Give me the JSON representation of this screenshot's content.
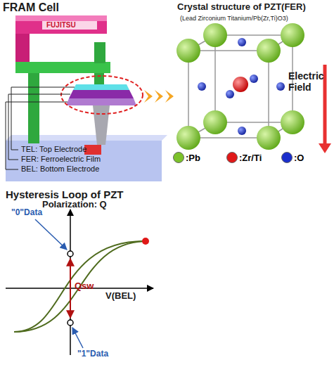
{
  "diagram": {
    "labels": [
      "FRAM Cell",
      "FUJITSU",
      "TEL: Top Electrode",
      "FER: Ferroelectric Film",
      "BEL: Bottom Electrode",
      "Crystal structure of PZT(FER)",
      "(Lead Zirconium Titanium/Pb(Zr,Ti)O3)",
      "Electric Field",
      "Hysteresis Loop of PZT",
      "Polarization: Q",
      "\"0\"Data",
      "Qsw",
      "\"1\"Data",
      "V(BEL)"
    ],
    "legend": [
      {
        "text": ":Pb",
        "color": "#7cc22a"
      },
      {
        "text": ":Zr/Ti",
        "color": "#e01818"
      },
      {
        "text": ":O",
        "color": "#1a2ecc"
      }
    ]
  }
}
